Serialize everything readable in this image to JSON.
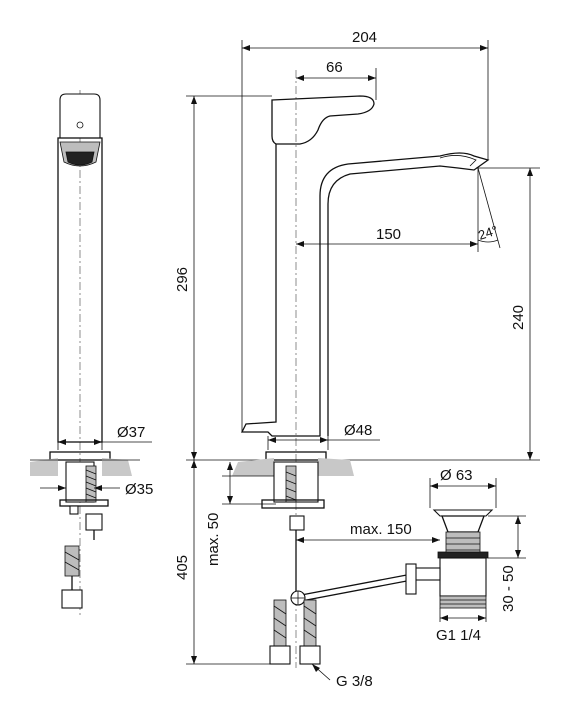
{
  "dimensions": {
    "width_overall": "204",
    "handle_offset": "66",
    "spout_reach": "150",
    "spout_angle": "24°",
    "height_total": "296",
    "spout_height": "240",
    "base_side": "Ø37",
    "base_front": "Ø48",
    "hole_diameter": "Ø35",
    "below_counter": "405",
    "max_thickness": "max. 50",
    "max_distance": "max. 150",
    "waste_diameter": "Ø 63",
    "waste_height": "30 - 50",
    "waste_thread": "G1 1/4",
    "hose_thread": "G 3/8"
  }
}
